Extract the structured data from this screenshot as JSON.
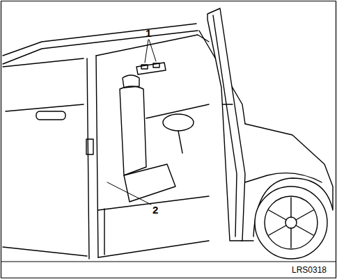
{
  "diagram": {
    "labels": [
      "1",
      "2",
      "LRS0318"
    ]
  }
}
